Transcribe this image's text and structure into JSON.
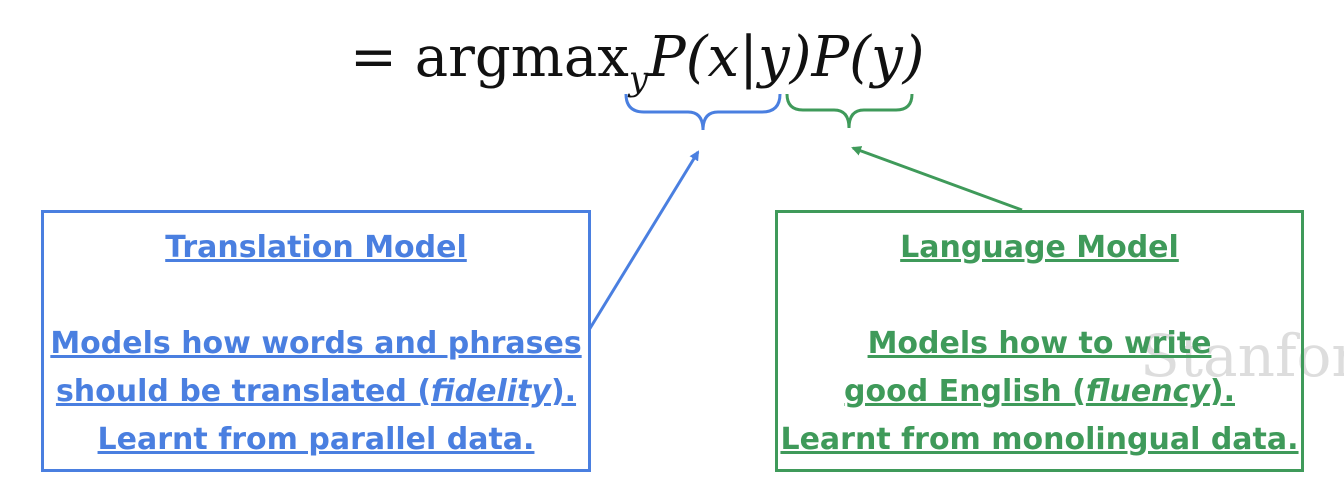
{
  "equation": {
    "equals": "=",
    "operator": "argmax",
    "subscript": "y",
    "term1": "P(x|y)",
    "term2": "P(y)"
  },
  "translation_model": {
    "title": "Translation Model",
    "line1": "Models how words and phrases",
    "line2_pre": "should be translated (",
    "line2_italic": "fidelity",
    "line2_post": ").",
    "line3": "Learnt from parallel data.",
    "color": "#4a7fe0"
  },
  "language_model": {
    "title": "Language Model",
    "line1": "Models how to write",
    "line2_pre": "good English (",
    "line2_italic": "fluency",
    "line2_post": ").",
    "line3": "Learnt from monolingual data.",
    "color": "#3f9a5a"
  },
  "watermark": "Stanford"
}
